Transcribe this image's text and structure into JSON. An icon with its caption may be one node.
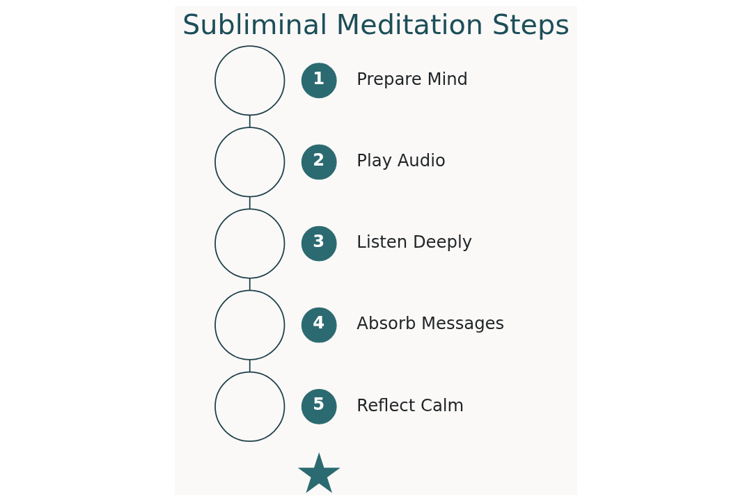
{
  "diagram": {
    "title": "Subliminal Meditation Steps",
    "nodes": [
      {
        "text": [],
        "shape": "circle"
      },
      {
        "text": [
          "1"
        ],
        "beside": [
          "Prepare Mind"
        ]
      },
      {
        "text": [],
        "shape": "circle"
      },
      {
        "text": [
          "2"
        ],
        "beside": [
          "Play Audio"
        ]
      },
      {
        "text": [],
        "shape": "circle"
      },
      {
        "text": [
          "3"
        ],
        "beside": [
          "Listen Deeply"
        ]
      },
      {
        "text": [],
        "shape": "circle"
      },
      {
        "text": [
          "4"
        ],
        "beside": [
          "Absorb Messages"
        ]
      },
      {
        "text": [],
        "shape": "circle"
      },
      {
        "text": [
          "5"
        ],
        "beside": [
          "Reflect Calm"
        ]
      },
      {
        "text": [],
        "shape": "picture"
      }
    ],
    "edges": [
      {
        "from": 0,
        "to": 2,
        "arrow": "none"
      },
      {
        "from": 2,
        "to": 4,
        "arrow": "none"
      },
      {
        "from": 4,
        "to": 6,
        "arrow": "none"
      },
      {
        "from": 6,
        "to": 8,
        "arrow": "none"
      }
    ]
  }
}
